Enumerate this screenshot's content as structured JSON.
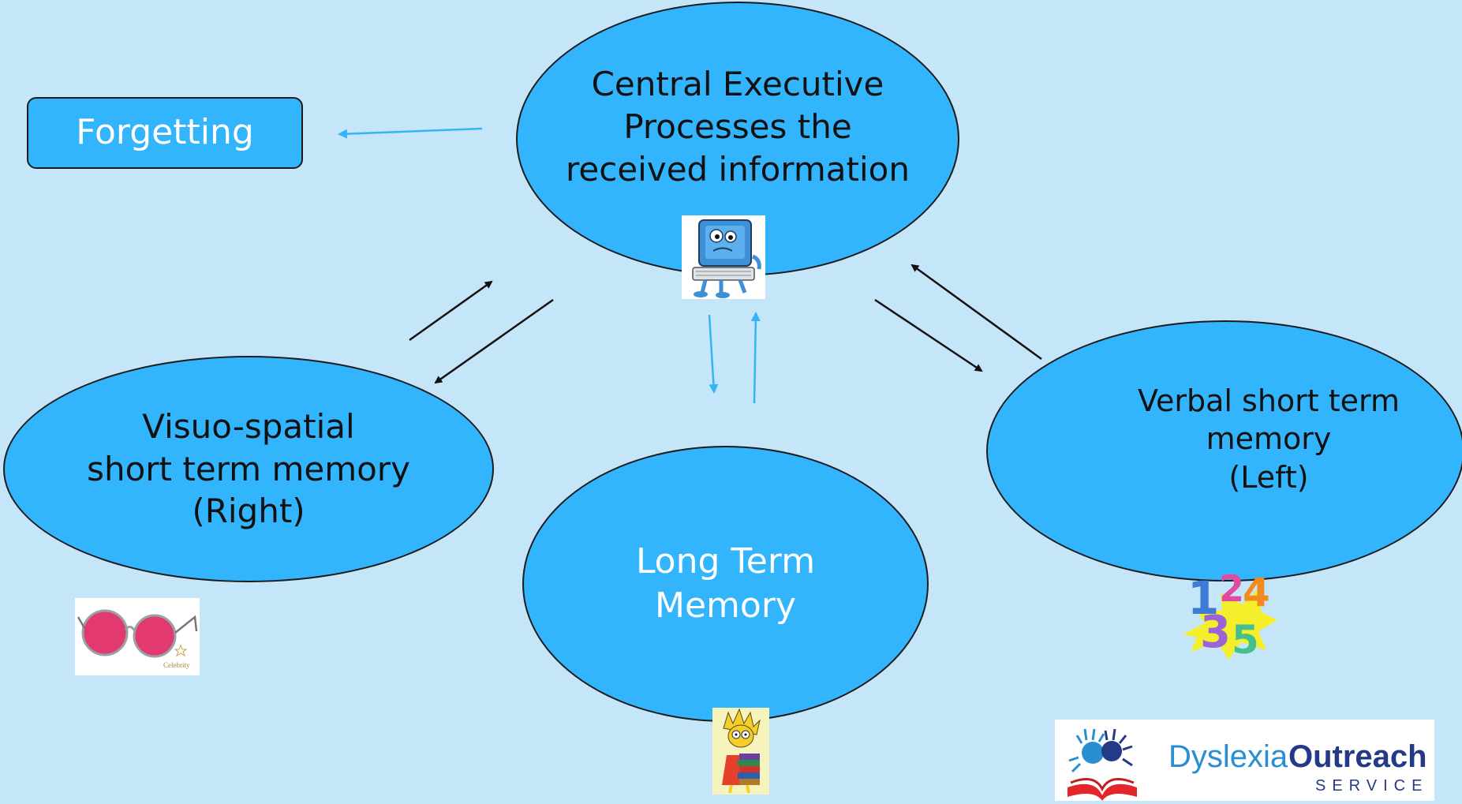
{
  "forgetting": {
    "label": "Forgetting"
  },
  "central_executive": {
    "label": "Central Executive\nProcesses the\nreceived information"
  },
  "visuo_spatial": {
    "label": "Visuo-spatial\nshort term memory\n(Right)"
  },
  "verbal": {
    "label": "Verbal short term memory\n(Left)"
  },
  "long_term": {
    "label": "Long Term\nMemory"
  },
  "logo": {
    "word1": "Dyslexia",
    "word2": "Outreach",
    "word3": "SERVICE"
  },
  "glasses_label": "Celebrity",
  "numbers_image": [
    "1",
    "2",
    "3",
    "4",
    "5"
  ],
  "colors": {
    "background": "#c5e5f9",
    "node_fill": "#33b5fd",
    "light_arrow": "#35b3f4",
    "dark_arrow": "#111111"
  }
}
